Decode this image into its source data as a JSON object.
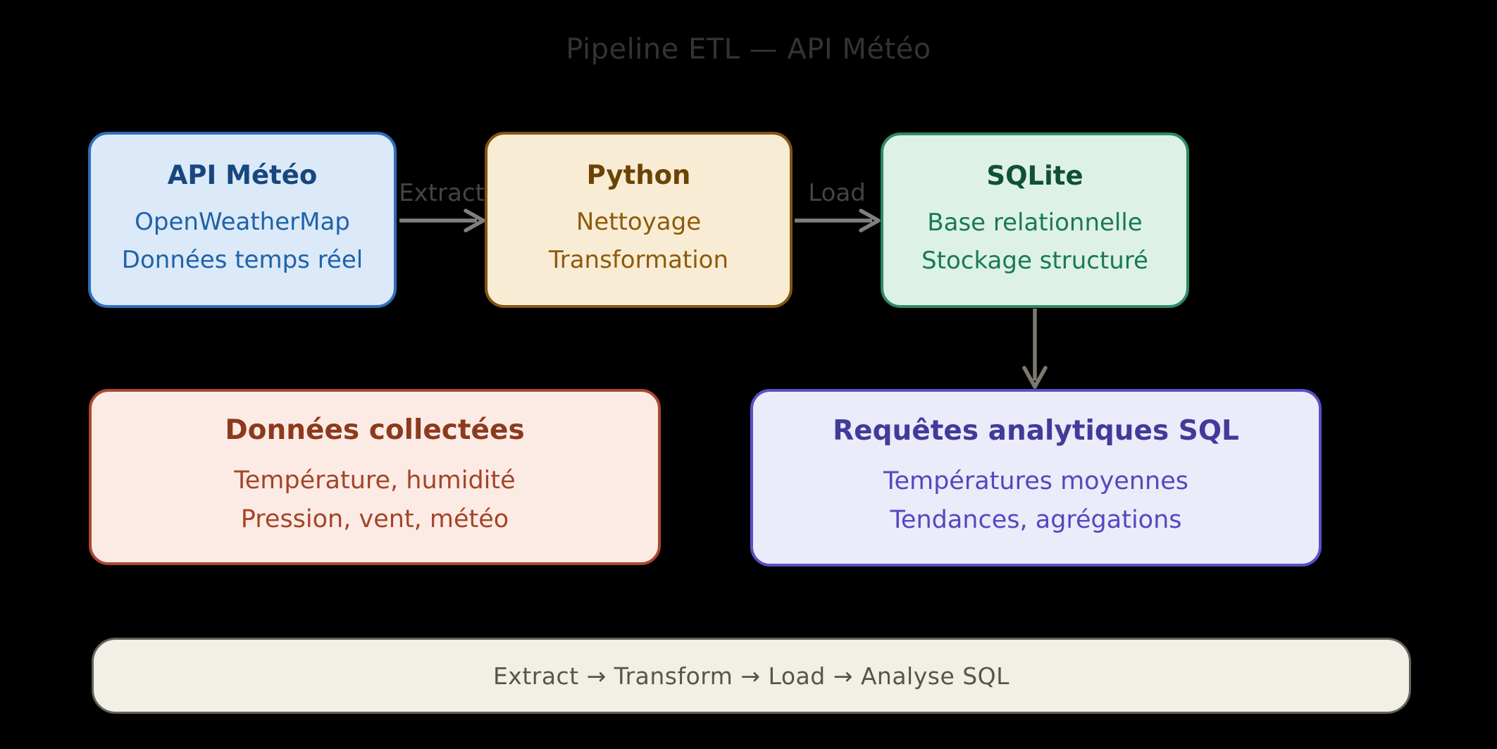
{
  "title": "Pipeline ETL — API Météo",
  "nodes": {
    "api": {
      "title": "API Météo",
      "line1": "OpenWeatherMap",
      "line2": "Données temps réel"
    },
    "python": {
      "title": "Python",
      "line1": "Nettoyage",
      "line2": "Transformation"
    },
    "sqlite": {
      "title": "SQLite",
      "line1": "Base relationnelle",
      "line2": "Stockage structuré"
    },
    "collected": {
      "title": "Données collectées",
      "line1": "Température, humidité",
      "line2": "Pression, vent, météo"
    },
    "queries": {
      "title": "Requêtes analytiques SQL",
      "line1": "Températures moyennes",
      "line2": "Tendances, agrégations"
    }
  },
  "arrows": {
    "extract_label": "Extract",
    "load_label": "Load"
  },
  "footer": {
    "text": "Extract → Transform → Load → Analyse SQL"
  },
  "colors": {
    "background": "#000000",
    "title_text": "#333333",
    "arrow": "#7f7f7f",
    "arrow_label": "#444444",
    "api": {
      "fill": "#dbe9f8",
      "border": "#2e6fb7",
      "title": "#17477e",
      "text": "#2062a8"
    },
    "python": {
      "fill": "#f9ecd4",
      "border": "#835413",
      "title": "#6b4307",
      "text": "#8d5a0d"
    },
    "sqlite": {
      "fill": "#def1e7",
      "border": "#2f8a63",
      "title": "#0e5138",
      "text": "#177a52"
    },
    "collected": {
      "fill": "#fcebe5",
      "border": "#a8492e",
      "title": "#8c3a1e",
      "text": "#a54427"
    },
    "queries": {
      "fill": "#ecebfa",
      "border": "#594fc7",
      "title": "#413b99",
      "text": "#5348c0"
    },
    "footer_bar": {
      "fill": "#f1efe6",
      "border": "#64635a",
      "text": "#57544c"
    }
  }
}
